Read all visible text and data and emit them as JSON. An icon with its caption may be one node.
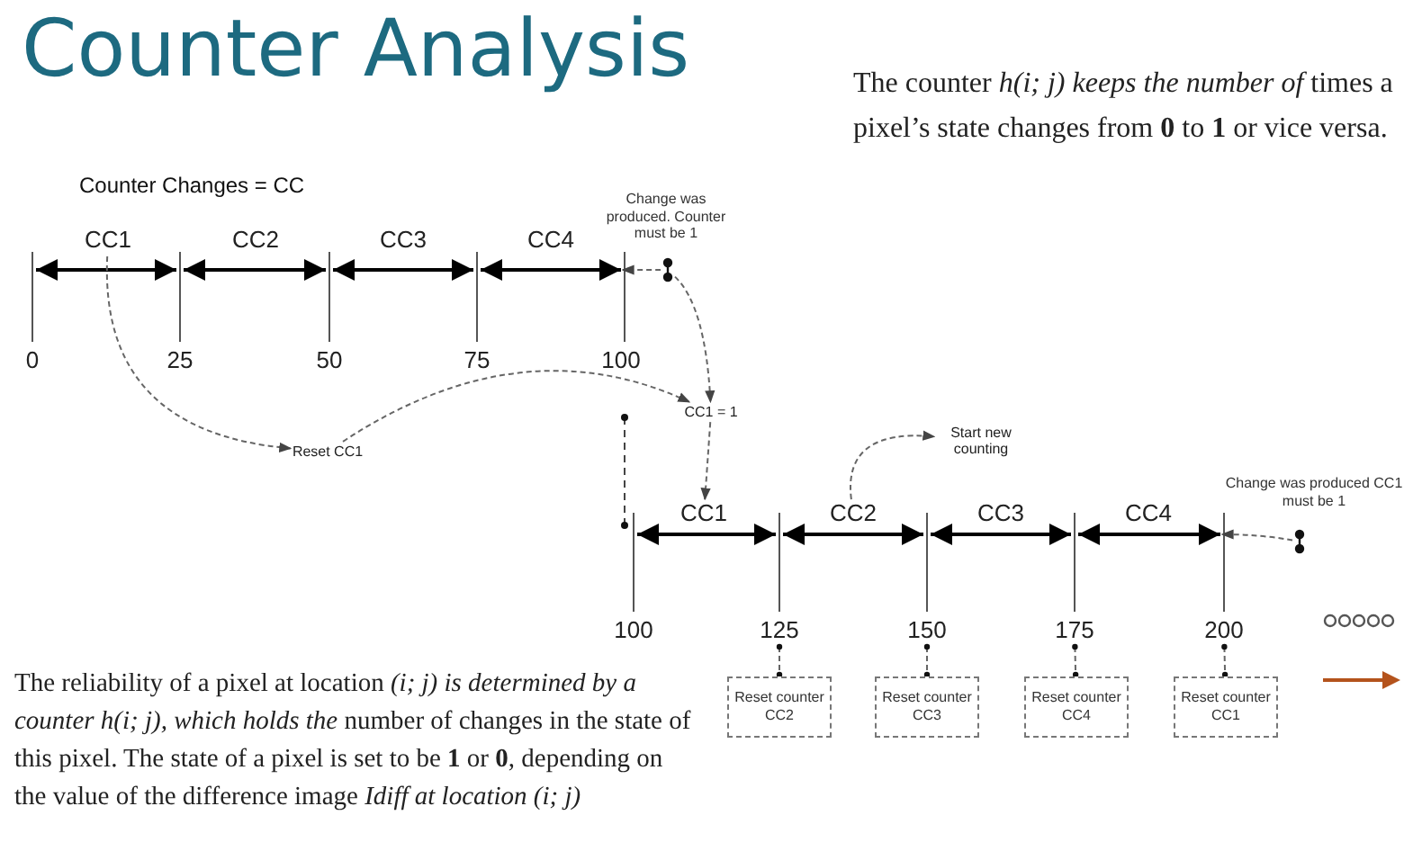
{
  "diagram": {
    "title": "Counter Analysis",
    "nodes": [
      {
        "text": [
          "CC1"
        ]
      },
      {
        "text": [
          "CC2"
        ]
      },
      {
        "text": [
          "CC3"
        ]
      },
      {
        "text": [
          "CC4"
        ]
      },
      {
        "text": [
          "0"
        ]
      },
      {
        "text": [
          "25"
        ]
      },
      {
        "text": [
          "50"
        ]
      },
      {
        "text": [
          "75"
        ]
      },
      {
        "text": [
          "100"
        ]
      },
      {
        "text": [],
        "shape": "bar",
        "beside": [
          "Change was produced. Counter must be 1"
        ]
      },
      {
        "text": [
          "Reset CC1"
        ]
      },
      {
        "text": [
          "CC1 = 1"
        ]
      },
      {
        "text": [
          "CC1"
        ]
      },
      {
        "text": [
          "CC2"
        ]
      },
      {
        "text": [
          "CC3"
        ]
      },
      {
        "text": [
          "CC4"
        ]
      },
      {
        "text": [
          "Start new counting"
        ]
      },
      {
        "text": [],
        "shape": "bar",
        "beside": [
          "Change was produced CC1 must be 1"
        ]
      },
      {
        "text": [
          "100"
        ]
      },
      {
        "text": [
          "125"
        ]
      },
      {
        "text": [
          "150"
        ]
      },
      {
        "text": [
          "175"
        ]
      },
      {
        "text": [
          "200"
        ]
      },
      {
        "text": [
          "Reset counter CC2"
        ]
      },
      {
        "text": [
          "Reset counter CC3"
        ]
      },
      {
        "text": [
          "Reset counter CC4"
        ]
      },
      {
        "text": [
          "Reset counter CC1"
        ]
      },
      {
        "text": [],
        "shape": "axis"
      },
      {
        "text": [],
        "shape": "axis"
      }
    ],
    "edges": [
      {
        "from": 0,
        "to": 10,
        "arrow": "to",
        "style": "dashed"
      },
      {
        "from": 10,
        "to": 11,
        "arrow": "to",
        "style": "dashed"
      },
      {
        "from": 9,
        "to": 11,
        "arrow": "to",
        "style": "dashed"
      },
      {
        "from": 11,
        "to": 12,
        "arrow": "to",
        "style": "dashed"
      },
      {
        "from": 13,
        "to": 16,
        "arrow": "to",
        "style": "dashed"
      },
      {
        "from": 19,
        "to": 23,
        "arrow": "other",
        "style": "dashed"
      },
      {
        "from": 20,
        "to": 24,
        "arrow": "other",
        "style": "dashed"
      },
      {
        "from": 21,
        "to": 25,
        "arrow": "other",
        "style": "dashed"
      },
      {
        "from": 22,
        "to": 26,
        "arrow": "other",
        "style": "dashed"
      },
      {
        "from": 9,
        "to": 27,
        "arrow": "to",
        "style": "dashed"
      },
      {
        "from": 17,
        "to": 28,
        "arrow": "to",
        "style": "dashed"
      }
    ],
    "labels": [
      "Counter Changes = CC",
      "The counter *h(i; j) keeps the number of* times a pixel’s state changes from **0** to **1** or vice versa.",
      "The reliability of a pixel at location *(i; j) is determined by a counter h(i; j), which holds the* number of changes in the state of this pixel. The state of a pixel is set to be **1** or **0**, depending on the value of the difference image *Idiff at location (i; j)*"
    ]
  }
}
